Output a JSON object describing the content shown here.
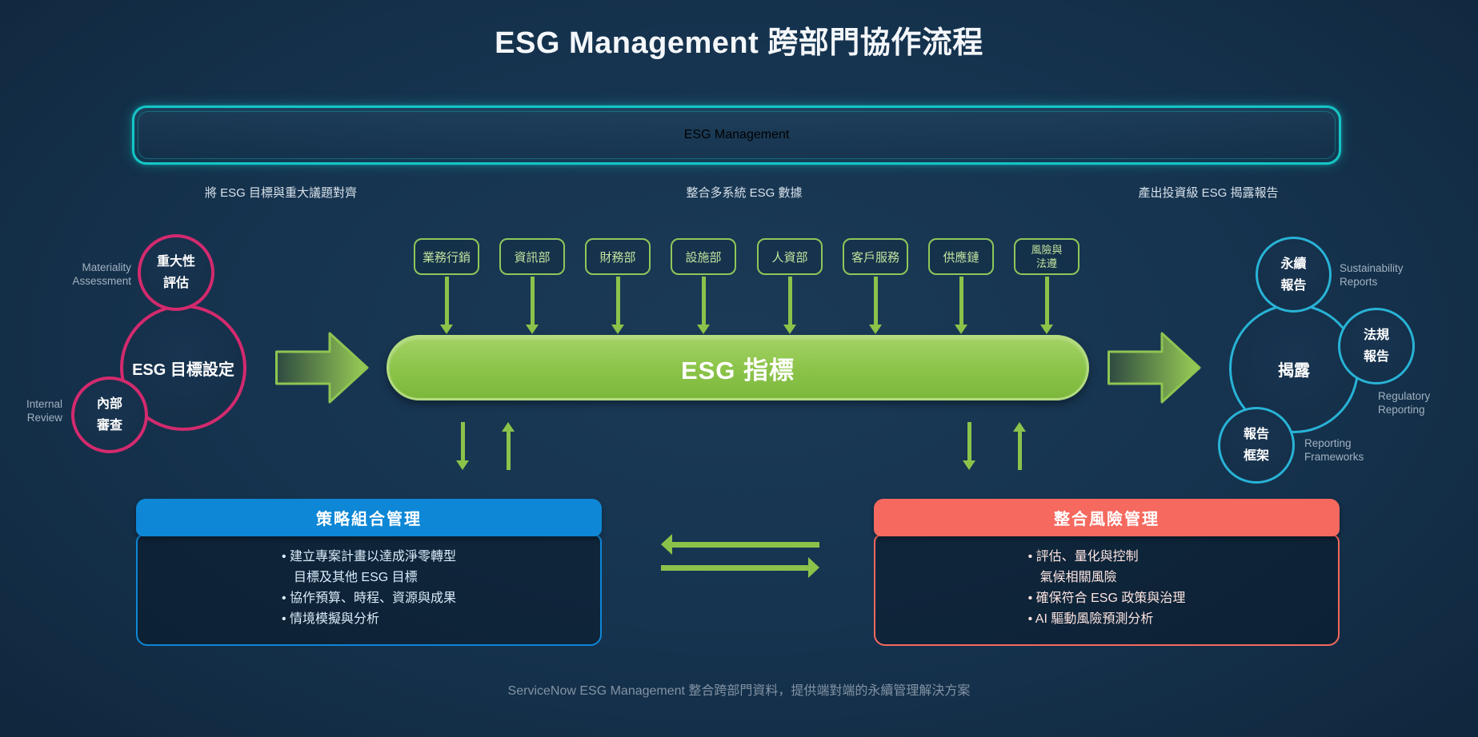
{
  "title": "ESG Management 跨部門協作流程",
  "banner": "ESG Management",
  "stage_labels": [
    "將 ESG 目標與重大議題對齊",
    "整合多系統 ESG 數據",
    "產出投資級 ESG 揭露報告"
  ],
  "left_cluster": {
    "goal_circle": "ESG 目標設定",
    "materiality_circle": {
      "zh": [
        "重大性",
        "評估"
      ],
      "en": "Materiality Assessment"
    },
    "internal_circle": {
      "zh": [
        "內部",
        "審查"
      ],
      "en": "Internal Review"
    }
  },
  "departments": [
    "業務行銷",
    "資訊部",
    "財務部",
    "設施部",
    "人資部",
    "客戶服務",
    "供應鏈",
    "風險與法遵"
  ],
  "metrics_pill": "ESG 指標",
  "right_cluster": {
    "disclosure_circle": "揭露",
    "sustainability_circle": {
      "zh": [
        "永續",
        "報告"
      ],
      "en": "Sustainability Reports"
    },
    "regulatory_circle": {
      "zh": [
        "法規",
        "報告"
      ],
      "en": "Regulatory Reporting"
    },
    "frameworks_circle": {
      "zh": [
        "報告",
        "框架"
      ],
      "en": "Reporting Frameworks"
    }
  },
  "strategy_panel": {
    "title": "策略組合管理",
    "lines": [
      "• 建立專案計畫以達成淨零轉型",
      "目標及其他 ESG 目標",
      "• 協作預算、時程、資源與成果",
      "• 情境模擬與分析"
    ]
  },
  "risk_panel": {
    "title": "整合風險管理",
    "lines": [
      "• 評估、量化與控制",
      "氣候相關風險",
      "• 確保符合 ESG 政策與治理",
      "• AI 驅動風險預測分析"
    ]
  },
  "footer": "ServiceNow ESG Management 整合跨部門資料，提供端對端的永續管理解決方案",
  "colors": {
    "background": "#14304a",
    "teal_accent": "#15c6c7",
    "green_accent": "#8bc34a",
    "pink_accent": "#d32a6e",
    "cyan_accent": "#28b3d6",
    "blue_header": "#0d87d6",
    "salmon_header": "#f5695f"
  }
}
